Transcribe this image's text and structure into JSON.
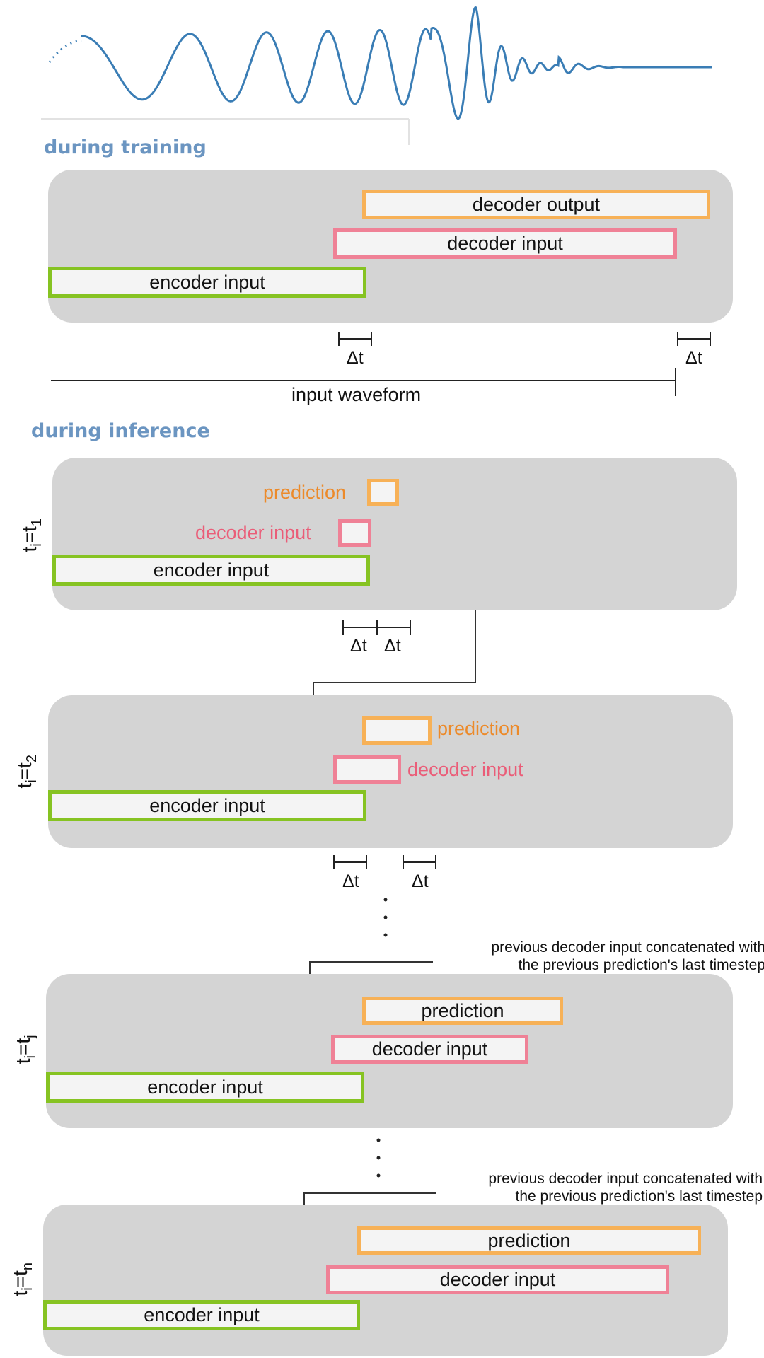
{
  "sections": {
    "training": "during training",
    "inference": "during inference"
  },
  "training": {
    "decoder_output": "decoder output",
    "decoder_input": "decoder input",
    "encoder_input": "encoder input",
    "delta": "Δt",
    "input_waveform": "input waveform"
  },
  "inference": {
    "step1": {
      "t": "t",
      "sub_i": "i",
      "eq": "=t",
      "sub_n": "1",
      "prediction": "prediction",
      "decoder_input": "decoder input",
      "encoder_input": "encoder input"
    },
    "step2": {
      "t": "t",
      "sub_i": "i",
      "eq": "=t",
      "sub_n": "2",
      "prediction": "prediction",
      "decoder_input": "decoder input",
      "encoder_input": "encoder input"
    },
    "stepj": {
      "t": "t",
      "sub_i": "i",
      "eq": "=t",
      "sub_n": "j",
      "prediction": "prediction",
      "decoder_input": "decoder input",
      "encoder_input": "encoder input"
    },
    "stepn": {
      "t": "t",
      "sub_i": "i",
      "eq": "=t",
      "sub_n": "n",
      "prediction": "prediction",
      "decoder_input": "decoder input",
      "encoder_input": "encoder input"
    },
    "delta": "Δt",
    "note_line1": "previous decoder input concatenated with",
    "note_line2": "the previous prediction's last timestep"
  },
  "colors": {
    "encoder": "#86c322",
    "decoder_input": "#ef8196",
    "prediction": "#f7b157",
    "waveform": "#3a7db5",
    "panel": "#d4d4d4",
    "section_title": "#6b95c1"
  }
}
